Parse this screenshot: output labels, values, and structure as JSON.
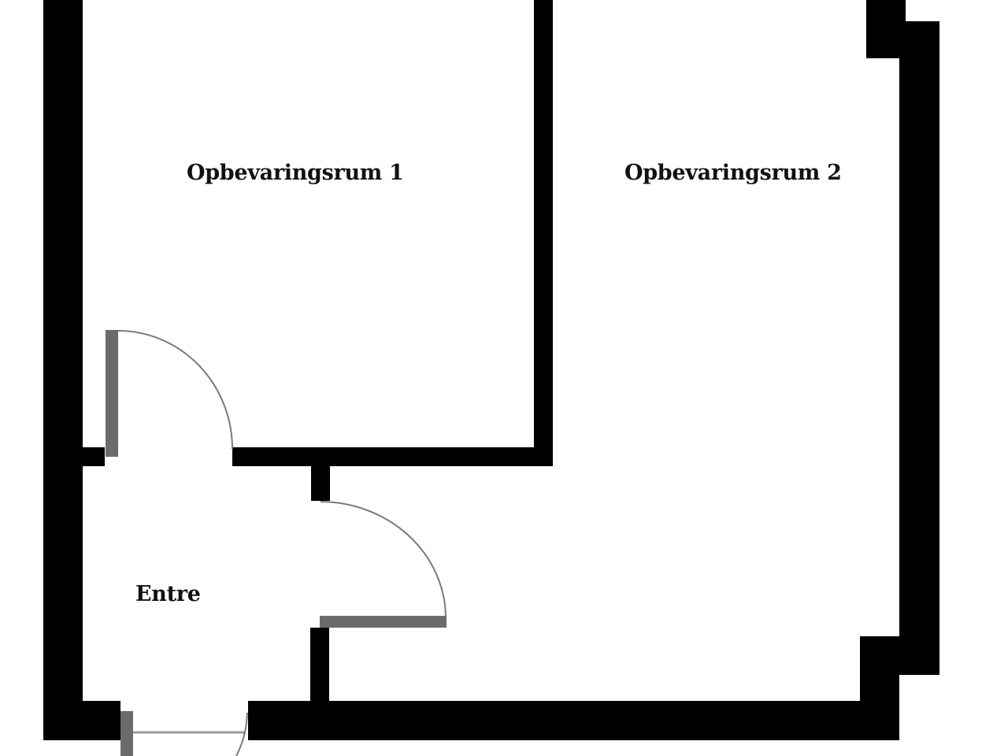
{
  "floorplan": {
    "rooms": [
      {
        "id": "storage-1",
        "label": "Opbevaringsrum 1"
      },
      {
        "id": "storage-2",
        "label": "Opbevaringsrum 2"
      },
      {
        "id": "entrance",
        "label": "Entre"
      }
    ],
    "colors": {
      "wall": "#000000",
      "door_leaf": "#6b6b6b",
      "door_swing": "#7a7a7a",
      "background": "#ffffff"
    }
  }
}
